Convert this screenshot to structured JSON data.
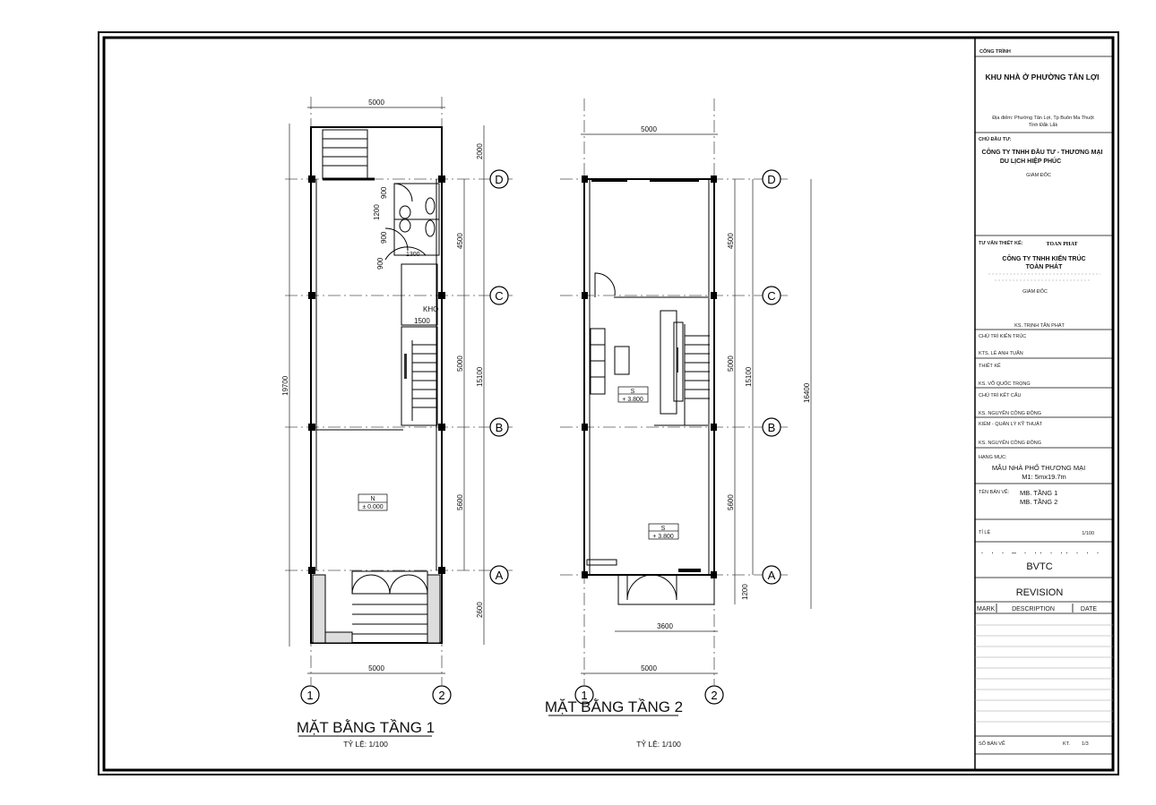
{
  "plan1": {
    "title": "MẶT BẰNG TẦNG 1",
    "scale": "TỶ LỆ: 1/100",
    "dim_top": "5000",
    "dim_bottom": "5000",
    "dim_total": "19700",
    "dims_inner": [
      "4500",
      "5000",
      "5600"
    ],
    "dims_outer": [
      "2000",
      "15100",
      "2600"
    ],
    "toilet_dims": [
      "1200",
      "900",
      "900",
      "900",
      "1300"
    ],
    "store_label": "KHO",
    "store_dim": "1500",
    "level_tag": "N",
    "level_value": "± 0.000"
  },
  "plan2": {
    "title": "MẶT BẰNG TẦNG 2",
    "scale": "TỶ LỆ: 1/100",
    "dim_top": "5000",
    "dim_bottom": "5000",
    "dim_balcony": "3600",
    "dims_inner": [
      "4500",
      "5000",
      "5600",
      "1200"
    ],
    "dim_mid": "15100",
    "dim_total": "16400",
    "level_tag": "S",
    "level_value": "+ 3.800",
    "level_tag_2": "S",
    "level_value_2": "+ 3.800"
  },
  "grid": {
    "rows": [
      "D",
      "C",
      "B",
      "A"
    ],
    "cols": [
      "1",
      "2"
    ]
  },
  "title_block": {
    "project_label": "CÔNG TRÌNH",
    "project_name": "KHU NHÀ Ở PHƯỜNG TÂN LỢI",
    "location_1": "Địa điểm: Phường Tân Lợi, Tp Buôn Ma Thuột",
    "location_2": "Tỉnh Đắk Lắk",
    "investor_label": "CHỦ ĐẦU TƯ:",
    "investor_1": "CÔNG TY TNHH ĐẦU TƯ - THƯƠNG MẠI",
    "investor_2": "DU LỊCH HIỆP PHÚC",
    "investor_role": "GIÁM ĐỐC",
    "consultant_label": "TƯ VẤN THIẾT KẾ:",
    "consultant_logo": "TOAN PHAT",
    "consultant_1": "CÔNG TY TNHH KIẾN TRÚC",
    "consultant_2": "TOÀN PHÁT",
    "consultant_role": "GIÁM ĐỐC",
    "consultant_person": "KS. TRỊNH TẤN PHÁT",
    "roles": [
      {
        "label": "CHỦ TRÌ KIẾN TRÚC",
        "name": "KTS. LÊ ANH TUẤN"
      },
      {
        "label": "THIẾT KẾ",
        "name": "KS. VÕ QUỐC TRỌNG"
      },
      {
        "label": "CHỦ TRÌ KẾT CẤU",
        "name": "KS. NGUYỄN CÔNG ĐÔNG"
      },
      {
        "label": "KIỂM - QUẢN LÝ KỸ THUẬT",
        "name": "KS. NGUYỄN CÔNG ĐÔNG"
      }
    ],
    "category_label": "HẠNG MỤC:",
    "category_1": "MẪU NHÀ PHỐ THƯƠNG MẠI",
    "category_2": "M1: 5mx19.7m",
    "sheet_label": "TÊN BẢN VẼ:",
    "sheet_1": "MB. TẦNG 1",
    "sheet_2": "MB. TẦNG 2",
    "scale_label": "TỈ LỆ",
    "scale_value": "1/100",
    "stage": "BVTC",
    "revision": "REVISION",
    "rev_cols": [
      "MARK",
      "DESCRIPTION",
      "DATE"
    ],
    "sheet_no_label": "SỐ BẢN VẼ",
    "sheet_no_prefix": "KT.",
    "sheet_no": "1/3"
  }
}
